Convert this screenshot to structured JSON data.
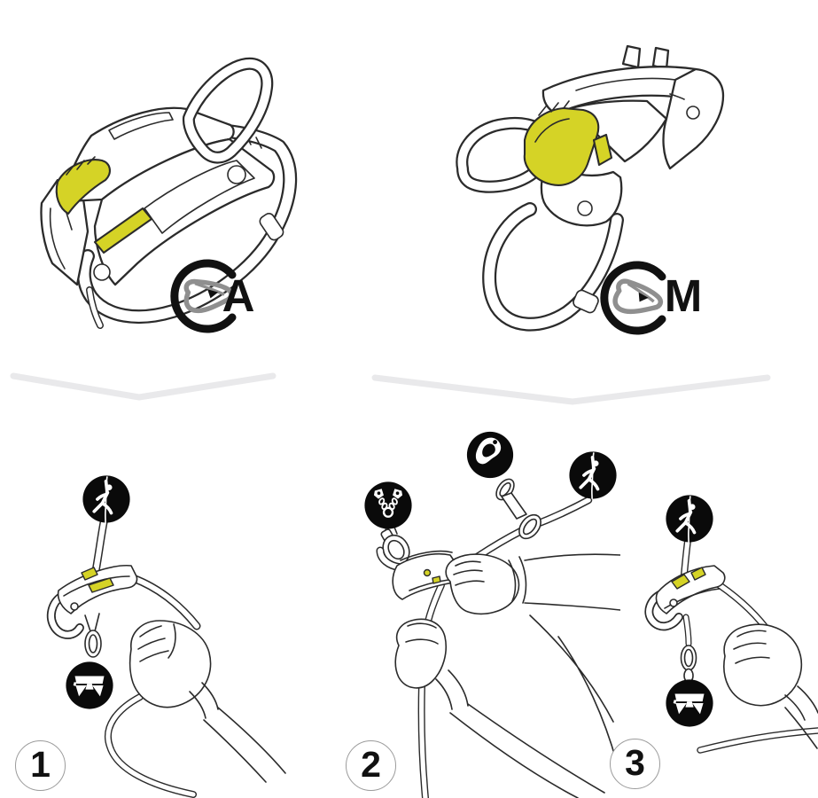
{
  "figure": {
    "background": "#ffffff",
    "line_color": "#2b2b2b",
    "accent_yellow": "#d5d326",
    "divider_color": "#e9e9eb",
    "badge_color": "#0a0a0a",
    "glyph_gray": "#8f8f8f"
  },
  "modes": [
    {
      "id": "mode-a",
      "label": "A",
      "icon": "carabiner-icon"
    },
    {
      "id": "mode-m",
      "label": "M",
      "icon": "carabiner-icon"
    }
  ],
  "steps": [
    {
      "number": "1",
      "icons": [
        "climber-icon",
        "harness-icon"
      ]
    },
    {
      "number": "2",
      "icons": [
        "anchor-chains-icon",
        "bolt-hanger-icon",
        "climber-icon"
      ]
    },
    {
      "number": "3",
      "icons": [
        "climber-icon",
        "harness-icon"
      ]
    }
  ]
}
